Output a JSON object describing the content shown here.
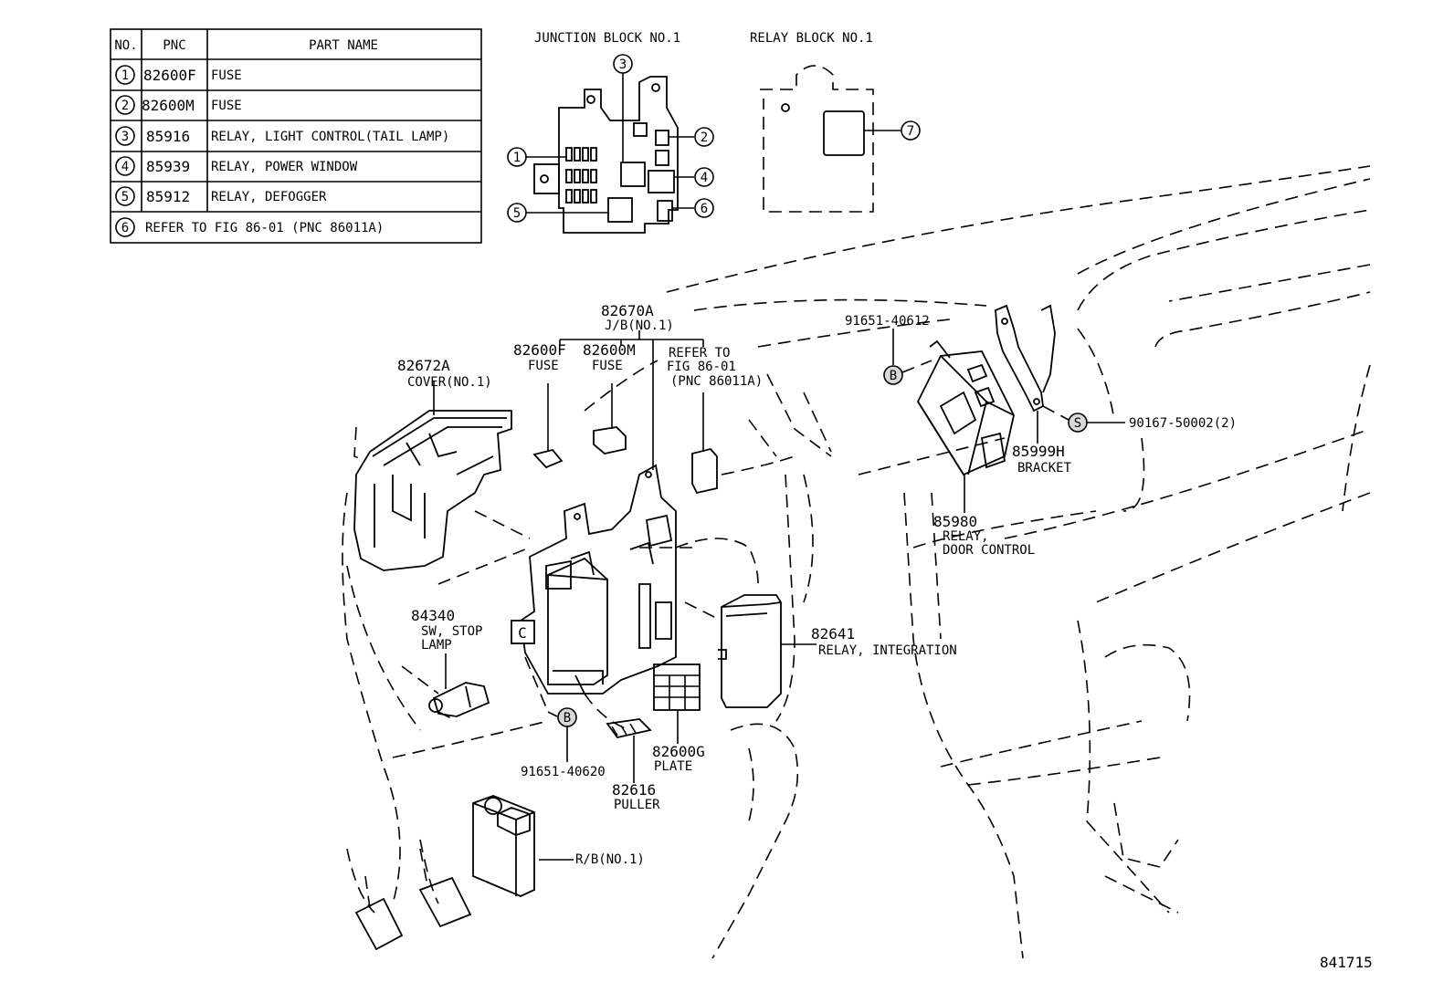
{
  "table": {
    "headers": [
      "NO.",
      "PNC",
      "PART NAME"
    ],
    "rows": [
      {
        "no": "1",
        "pnc": "82600F",
        "name": "FUSE"
      },
      {
        "no": "2",
        "pnc": "82600M",
        "name": "FUSE"
      },
      {
        "no": "3",
        "pnc": "85916",
        "name": "RELAY, LIGHT CONTROL(TAIL LAMP)"
      },
      {
        "no": "4",
        "pnc": "85939",
        "name": "RELAY, POWER WINDOW"
      },
      {
        "no": "5",
        "pnc": "85912",
        "name": "RELAY, DEFOGGER"
      },
      {
        "no": "6",
        "pnc": "",
        "name": "REFER TO FIG 86-01 (PNC 86011A)"
      }
    ]
  },
  "insets": {
    "junction_block": "JUNCTION BLOCK NO.1",
    "relay_block": "RELAY BLOCK NO.1",
    "callouts": [
      "1",
      "2",
      "3",
      "4",
      "5",
      "6",
      "7"
    ]
  },
  "labels": {
    "jb_pnc": "82670A",
    "jb_name": "J/B(NO.1)",
    "cover_pnc": "82672A",
    "cover_name": "COVER(NO.1)",
    "fuse_f_pnc": "82600F",
    "fuse_f_name": "FUSE",
    "fuse_m_pnc": "82600M",
    "fuse_m_name": "FUSE",
    "refer_1": "REFER TO",
    "refer_2": "FIG 86-01",
    "refer_3": "(PNC 86011A)",
    "bolt_top": "91651-40612",
    "screw": "90167-50002(2)",
    "bracket_pnc": "85999H",
    "bracket_name": "BRACKET",
    "door_pnc": "85980",
    "door_name_1": "RELAY,",
    "door_name_2": "DOOR CONTROL",
    "stop_pnc": "84340",
    "stop_name_1": "SW, STOP",
    "stop_name_2": "LAMP",
    "integ_pnc": "82641",
    "integ_name": "RELAY, INTEGRATION",
    "bolt_bottom": "91651-40620",
    "plate_pnc": "82600G",
    "plate_name": "PLATE",
    "puller_pnc": "82616",
    "puller_name": "PULLER",
    "rb_name": "R/B(NO.1)",
    "marker_b": "B",
    "marker_s": "S",
    "marker_c": "C",
    "figure_no": "841715"
  }
}
